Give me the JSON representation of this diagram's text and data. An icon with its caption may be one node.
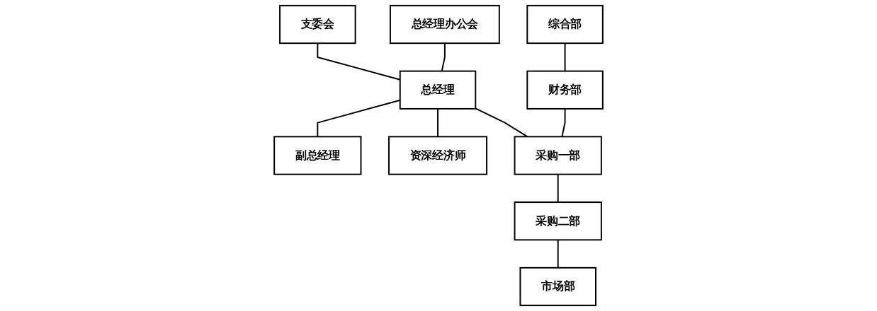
{
  "diagram": {
    "nodes": [
      {
        "text": [
          "支委会"
        ]
      },
      {
        "text": [
          "总经理办公会"
        ]
      },
      {
        "text": [
          "总经理"
        ]
      },
      {
        "text": [
          "副总经理"
        ]
      },
      {
        "text": [
          "资深经济师"
        ]
      },
      {
        "text": [
          "综合部"
        ]
      },
      {
        "text": [
          "财务部"
        ]
      },
      {
        "text": [
          "采购一部"
        ]
      },
      {
        "text": [
          "采购二部"
        ]
      },
      {
        "text": [
          "市场部"
        ]
      }
    ],
    "edges": [
      {
        "from": 0,
        "to": 2,
        "arrow": "none"
      },
      {
        "from": 1,
        "to": 2,
        "arrow": "none"
      },
      {
        "from": 2,
        "to": 3,
        "arrow": "none"
      },
      {
        "from": 2,
        "to": 4,
        "arrow": "none"
      },
      {
        "from": 2,
        "to": 7,
        "arrow": "none"
      },
      {
        "from": 5,
        "to": 6,
        "arrow": "none"
      },
      {
        "from": 6,
        "to": 7,
        "arrow": "none"
      },
      {
        "from": 7,
        "to": 8,
        "arrow": "none"
      },
      {
        "from": 8,
        "to": 9,
        "arrow": "none"
      }
    ]
  }
}
